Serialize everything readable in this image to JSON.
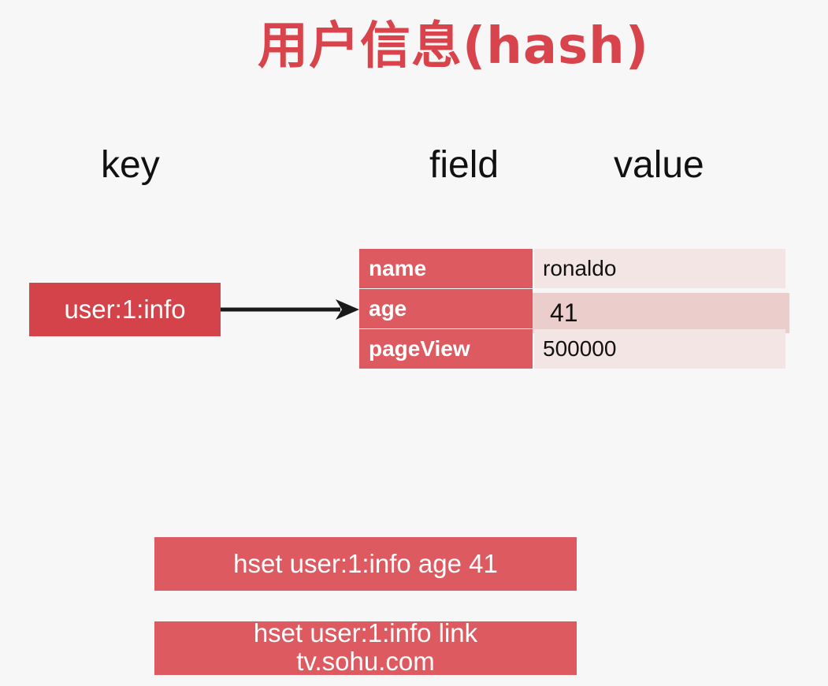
{
  "title": "用户信息(hash)",
  "headers": {
    "key": "key",
    "field": "field",
    "value": "value"
  },
  "key_name": "user:1:info",
  "rows": [
    {
      "field": "name",
      "value": "ronaldo"
    },
    {
      "field": "age",
      "value": "41"
    },
    {
      "field": "pageView",
      "value": "500000"
    }
  ],
  "commands": {
    "first": "hset user:1:info age 41",
    "second_line1": "hset user:1:info link",
    "second_line2": "tv.sohu.com"
  },
  "colors": {
    "accent": "#d9434b",
    "field_bg": "#dd5a60",
    "value_bg": "#f3e5e4",
    "highlight_bg": "#ebcdcc"
  }
}
